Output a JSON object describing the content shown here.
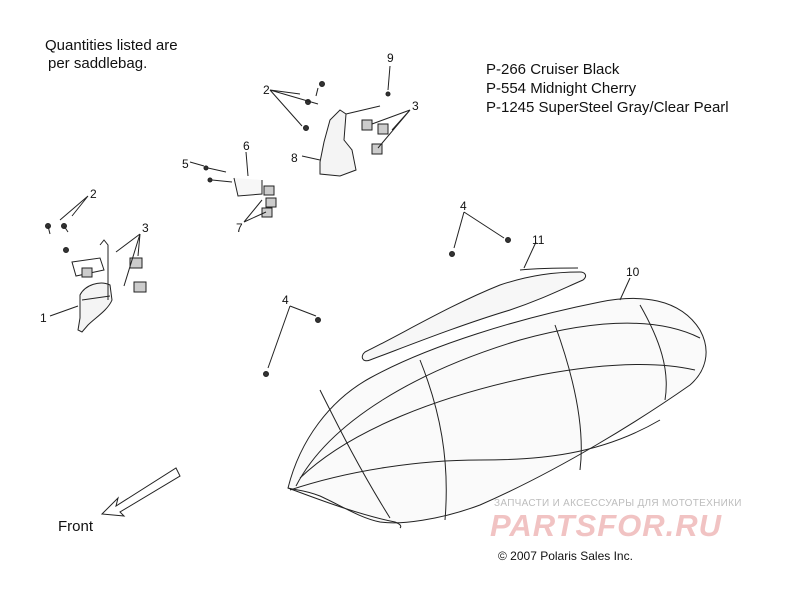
{
  "notes": {
    "quantities_line1": "Quantities listed are",
    "quantities_line2": "per saddlebag."
  },
  "color_options": [
    "P-266  Cruiser Black",
    "P-554  Midnight Cherry",
    "P-1245 SuperSteel Gray/Clear Pearl"
  ],
  "callouts": {
    "c1": "1",
    "c2a": "2",
    "c2b": "2",
    "c3a": "3",
    "c3b": "3",
    "c4a": "4",
    "c4b": "4",
    "c5": "5",
    "c6": "6",
    "c7": "7",
    "c8": "8",
    "c9": "9",
    "c10": "10",
    "c11": "11"
  },
  "front_label": "Front",
  "watermark": {
    "tagline": "ЗАПЧАСТИ И АКСЕССУАРЫ ДЛЯ МОТОТЕХНИКИ",
    "brand": "PARTSFOR.RU"
  },
  "copyright": "© 2007 Polaris Sales Inc."
}
